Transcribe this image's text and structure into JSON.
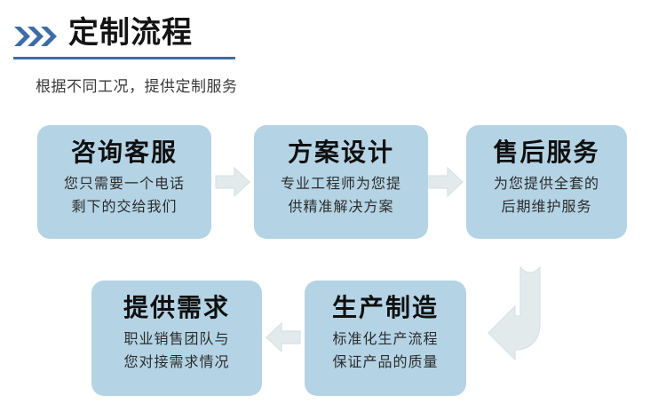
{
  "header": {
    "title": "定制流程",
    "subtitle": "根据不同工况，提供定制服务",
    "chevron_icon": "triple-chevron-right-icon",
    "accent_color": "#3f6ca6",
    "title_color": "#141414"
  },
  "theme": {
    "card_background": "#b4d4e5",
    "arrow_fill": "#e2eaec",
    "arrow_stroke": "#d6e2e5",
    "page_background": "#ffffff"
  },
  "flow": {
    "top_row": [
      {
        "id": "consult",
        "title": "咨询客服",
        "desc_lines": [
          "您只需要一个电话",
          "剩下的交给我们"
        ]
      },
      {
        "id": "design",
        "title": "方案设计",
        "desc_lines": [
          "专业工程师为您提",
          "供精准解决方案"
        ]
      },
      {
        "id": "service",
        "title": "售后服务",
        "desc_lines": [
          "为您提供全套的",
          "后期维护服务"
        ]
      }
    ],
    "bottom_row": [
      {
        "id": "demand",
        "title": "提供需求",
        "desc_lines": [
          "职业销售团队与",
          "您对接需求情况"
        ]
      },
      {
        "id": "produce",
        "title": "生产制造",
        "desc_lines": [
          "标准化生产流程",
          "保证产品的质量"
        ]
      }
    ],
    "connectors": [
      {
        "id": "arrow-1",
        "icon": "arrow-right-icon",
        "direction": "right"
      },
      {
        "id": "arrow-2",
        "icon": "arrow-right-icon",
        "direction": "right"
      },
      {
        "id": "arrow-3",
        "icon": "arrow-left-icon",
        "direction": "left"
      },
      {
        "id": "arrow-loop",
        "icon": "arrow-u-turn-down-left-icon",
        "direction": "down-left"
      }
    ]
  }
}
